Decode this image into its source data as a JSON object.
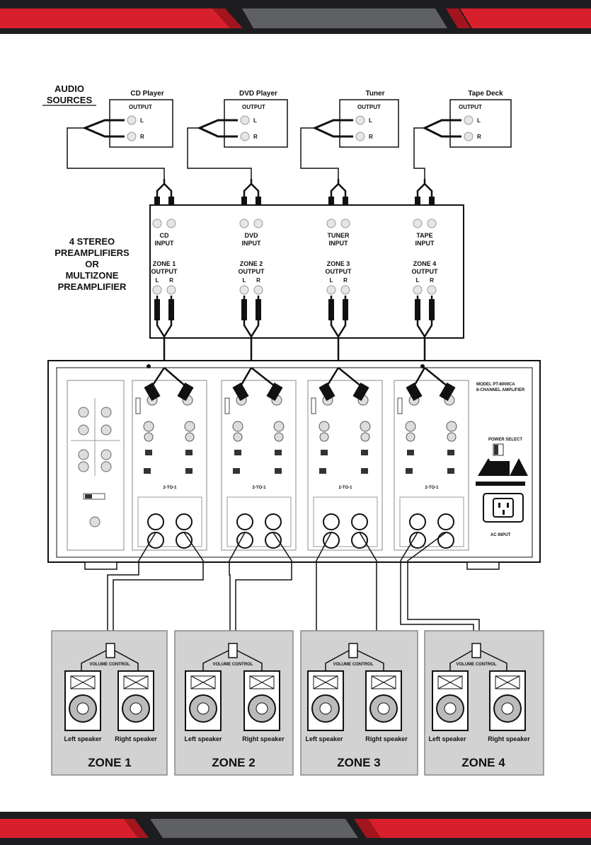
{
  "colors": {
    "accent_red": "#d8202c",
    "dark": "#1d1d1f",
    "band_grey": "#5f6063",
    "zone_fill": "#d2d2d2"
  },
  "audio_sources": {
    "heading_line1": "AUDIO",
    "heading_line2": "SOURCES",
    "output_label": "OUTPUT",
    "left_label": "L",
    "right_label": "R",
    "devices": [
      "CD Player",
      "DVD Player",
      "Tuner",
      "Tape Deck"
    ]
  },
  "preamplifier": {
    "caption_lines": [
      "4 STEREO",
      "PREAMPLIFIERS",
      "OR",
      "MULTIZONE",
      "PREAMPLIFIER"
    ],
    "inputs": [
      {
        "line1": "CD",
        "line2": "INPUT"
      },
      {
        "line1": "DVD",
        "line2": "INPUT"
      },
      {
        "line1": "TUNER",
        "line2": "INPUT"
      },
      {
        "line1": "TAPE",
        "line2": "INPUT"
      }
    ],
    "zone_outputs": [
      {
        "line1": "ZONE 1",
        "line2": "OUTPUT"
      },
      {
        "line1": "ZONE 2",
        "line2": "OUTPUT"
      },
      {
        "line1": "ZONE 3",
        "line2": "OUTPUT"
      },
      {
        "line1": "ZONE 4",
        "line2": "OUTPUT"
      }
    ],
    "left_label": "L",
    "right_label": "R"
  },
  "amplifier": {
    "model_line1": "MODEL PT-8000CA",
    "model_line2": "8-CHANNEL AMPLIFIER",
    "power_select": "POWER SELECT",
    "ac_input": "AC INPUT",
    "channel_pair_labels": [
      "2-TO-1",
      "2-TO-1",
      "2-TO-1",
      "2-TO-1"
    ]
  },
  "zones": [
    {
      "name": "ZONE 1",
      "volume_control": "VOLUME CONTROL",
      "left_speaker": "Left speaker",
      "right_speaker": "Right speaker"
    },
    {
      "name": "ZONE 2",
      "volume_control": "VOLUME CONTROL",
      "left_speaker": "Left speaker",
      "right_speaker": "Right speaker"
    },
    {
      "name": "ZONE 3",
      "volume_control": "VOLUME CONTROL",
      "left_speaker": "Left speaker",
      "right_speaker": "Right speaker"
    },
    {
      "name": "ZONE 4",
      "volume_control": "VOLUME CONTROL",
      "left_speaker": "Left speaker",
      "right_speaker": "Right speaker"
    }
  ]
}
